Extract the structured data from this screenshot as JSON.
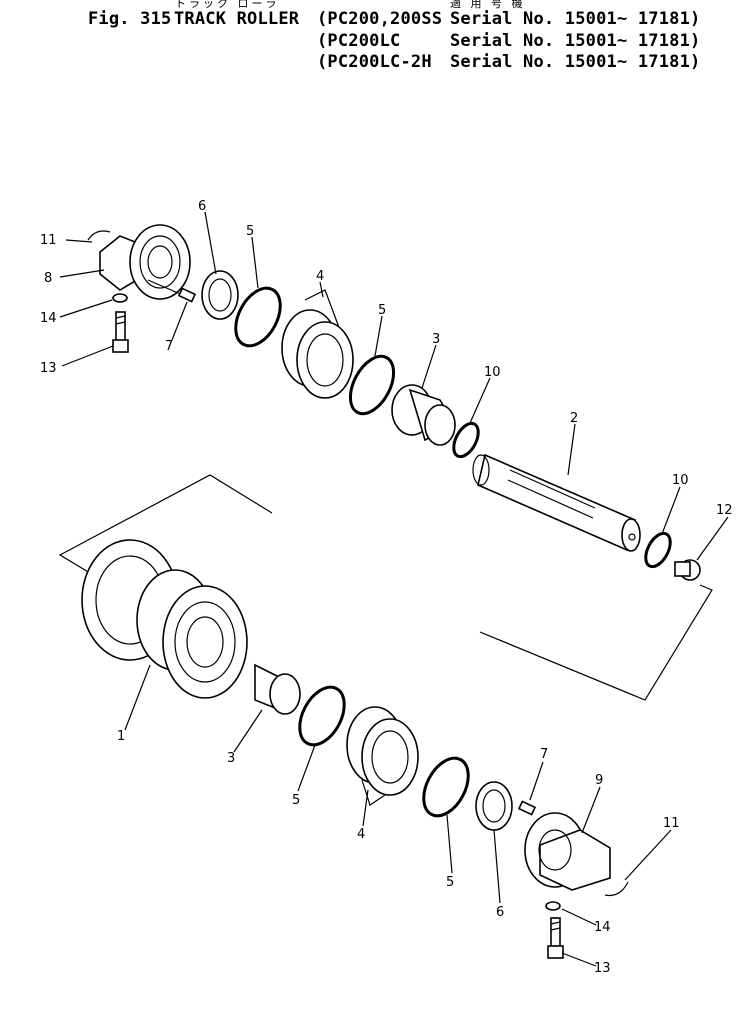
{
  "header": {
    "kana_title": "トラック ローラ",
    "kana_applicable": "適 用 号 機",
    "fig_label": "Fig. 315",
    "title": "TRACK ROLLER",
    "models": [
      {
        "model": "(PC200,200SS",
        "serial": "Serial No. 15001~ 17181)"
      },
      {
        "model": "(PC200LC",
        "serial": "Serial No. 15001~ 17181)"
      },
      {
        "model": "(PC200LC-2H",
        "serial": "Serial No. 15001~ 17181)"
      }
    ]
  },
  "callouts": {
    "c1": "1",
    "c2": "2",
    "c3a": "3",
    "c3b": "3",
    "c4a": "4",
    "c4b": "4",
    "c5a": "5",
    "c5b": "5",
    "c5c": "5",
    "c5d": "5",
    "c6a": "6",
    "c6b": "6",
    "c7a": "7",
    "c7b": "7",
    "c8": "8",
    "c9": "9",
    "c10a": "10",
    "c10b": "10",
    "c11a": "11",
    "c11b": "11",
    "c12": "12",
    "c13a": "13",
    "c13b": "13",
    "c14a": "14",
    "c14b": "14"
  }
}
